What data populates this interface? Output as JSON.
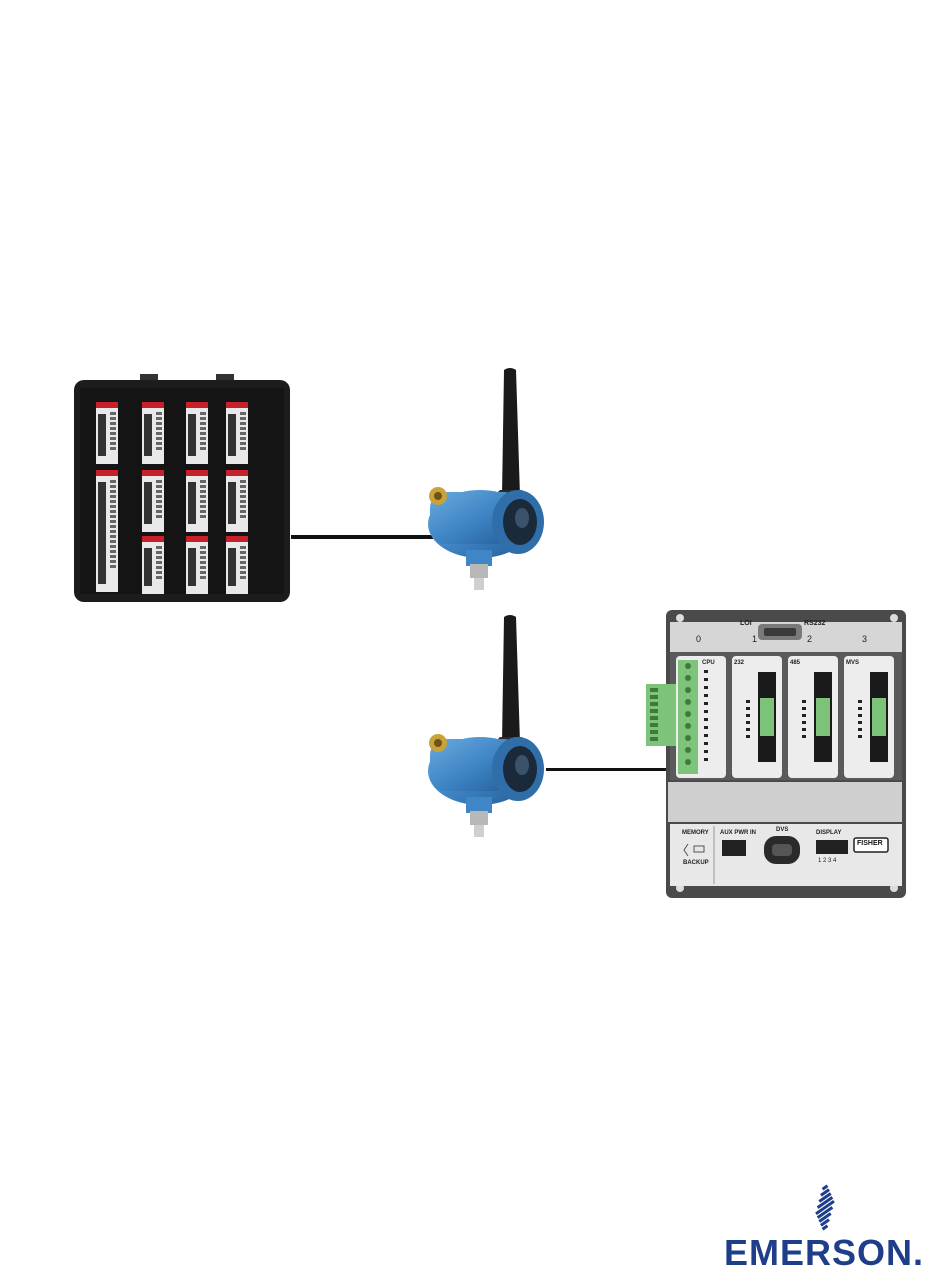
{
  "brand": {
    "wordmark": "EMERSON.",
    "brand_color": "#1f3e8a"
  },
  "right_controller": {
    "top_labels": {
      "lo": "LOI",
      "rs": "RS232"
    },
    "slot_numbers": [
      "0",
      "1",
      "2",
      "3"
    ],
    "module_titles": [
      "CPU",
      "232",
      "485",
      "MVS"
    ],
    "bottom_labels": {
      "memory": "MEMORY",
      "backup": "BACKUP",
      "aux": "AUX PWR IN",
      "dvs": "DVS",
      "display": "DISPLAY",
      "display_pins": "1 2 3 4",
      "brand": "FISHER"
    }
  },
  "colors": {
    "transmitter_blue": "#3f86c6",
    "controller_dark": "#1c1c1c",
    "terminal_green": "#7dc47a",
    "module_red": "#c8202a"
  }
}
